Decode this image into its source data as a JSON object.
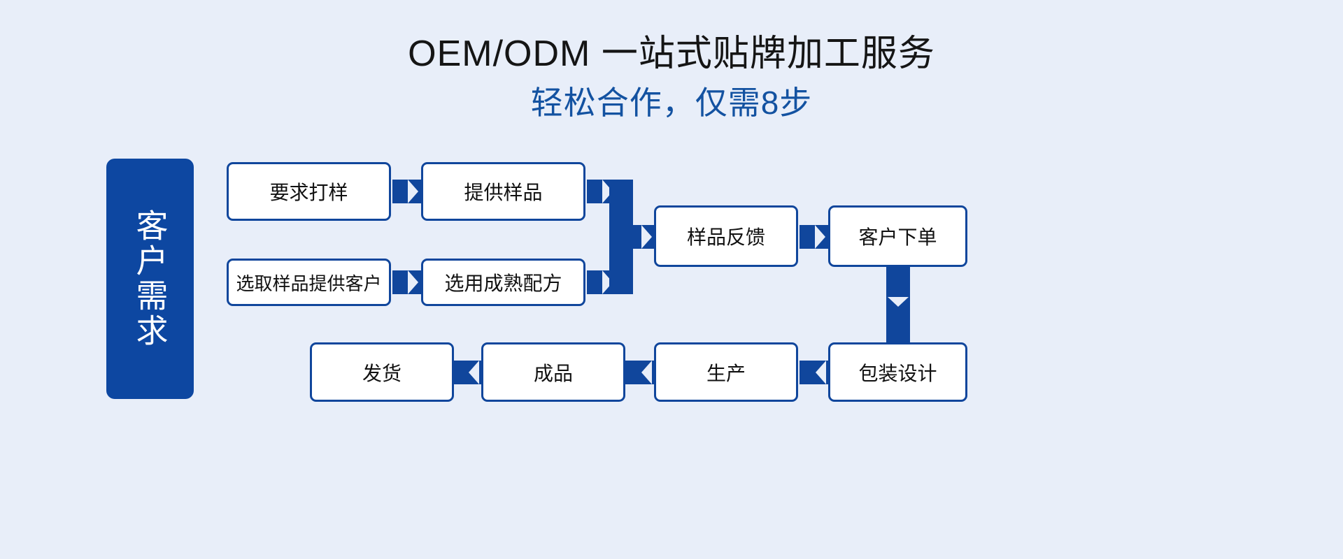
{
  "page": {
    "background_color": "#e8eef9",
    "accent_color": "#10469c",
    "panel_color": "#0d47a1",
    "title": "OEM/ODM 一站式贴牌加工服务",
    "subtitle": "轻松合作，仅需8步"
  },
  "side_panel": {
    "label": "客户需求"
  },
  "flow": {
    "nodes": [
      {
        "id": "n1",
        "label": "要求打样",
        "row": "top",
        "order": 1
      },
      {
        "id": "n2",
        "label": "提供样品",
        "row": "top",
        "order": 2
      },
      {
        "id": "n3",
        "label": "选取样品提供客户",
        "row": "middle",
        "order": 1
      },
      {
        "id": "n4",
        "label": "选用成熟配方",
        "row": "middle",
        "order": 2
      },
      {
        "id": "n5",
        "label": "样品反馈",
        "row": "merge",
        "order": 1
      },
      {
        "id": "n6",
        "label": "客户下单",
        "row": "merge",
        "order": 2
      },
      {
        "id": "n7",
        "label": "包装设计",
        "row": "bottom",
        "order": 1
      },
      {
        "id": "n8",
        "label": "生产",
        "row": "bottom",
        "order": 2
      },
      {
        "id": "n9",
        "label": "成品",
        "row": "bottom",
        "order": 3
      },
      {
        "id": "n10",
        "label": "发货",
        "row": "bottom",
        "order": 4
      }
    ],
    "edges": [
      {
        "from": "n1",
        "to": "n2",
        "direction": "right"
      },
      {
        "from": "n3",
        "to": "n4",
        "direction": "right"
      },
      {
        "from": "n2",
        "to": "n5",
        "direction": "right-merge"
      },
      {
        "from": "n4",
        "to": "n5",
        "direction": "right-merge"
      },
      {
        "from": "n5",
        "to": "n6",
        "direction": "right"
      },
      {
        "from": "n6",
        "to": "n7",
        "direction": "down"
      },
      {
        "from": "n7",
        "to": "n8",
        "direction": "left"
      },
      {
        "from": "n8",
        "to": "n9",
        "direction": "left"
      },
      {
        "from": "n9",
        "to": "n10",
        "direction": "left"
      }
    ],
    "step_count": 8
  }
}
